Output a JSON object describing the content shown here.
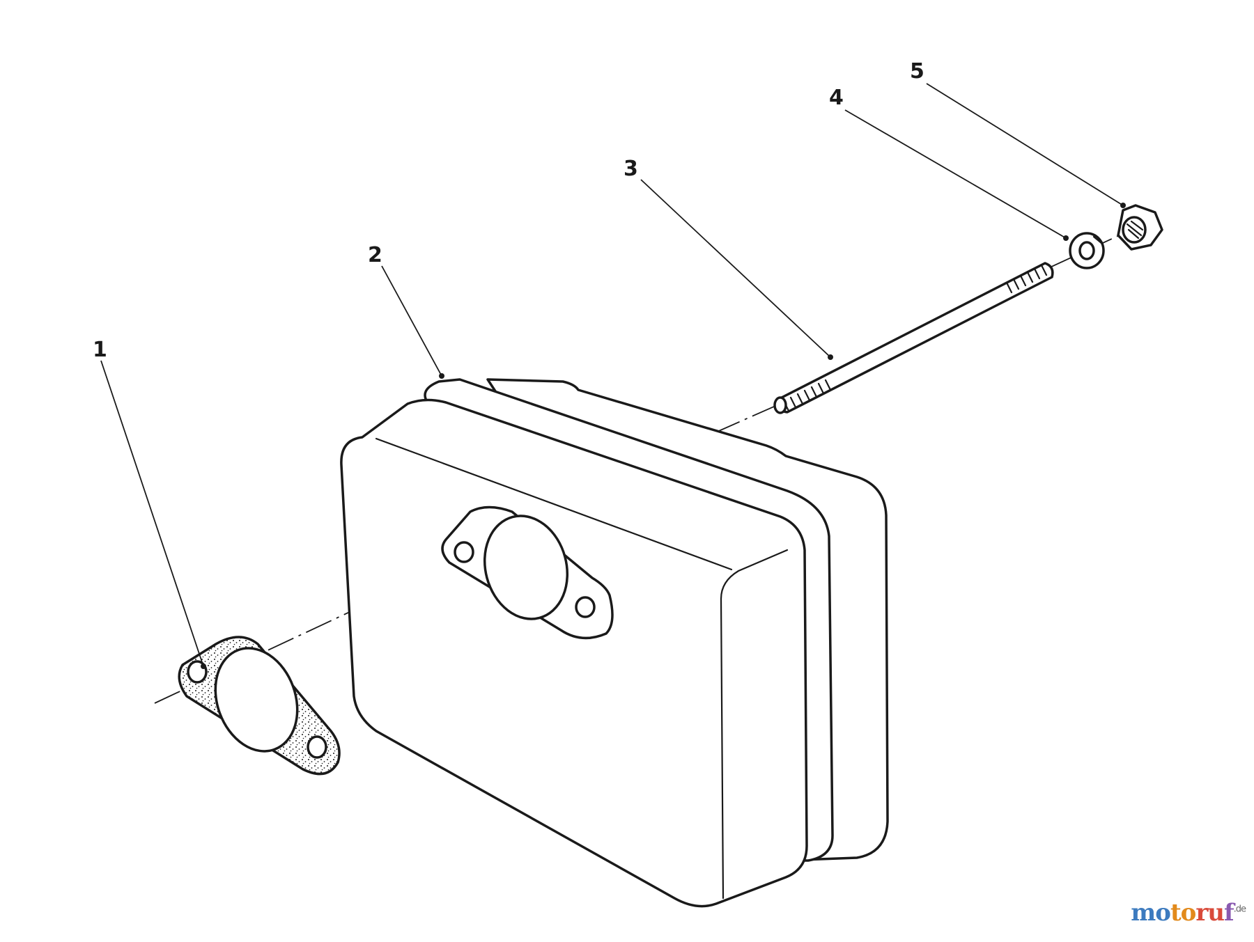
{
  "diagram": {
    "callouts": [
      {
        "number": "1",
        "part": "gasket"
      },
      {
        "number": "2",
        "part": "muffler"
      },
      {
        "number": "3",
        "part": "stud"
      },
      {
        "number": "4",
        "part": "lock-washer"
      },
      {
        "number": "5",
        "part": "nut"
      }
    ]
  },
  "watermark": {
    "text": "motoruf",
    "suffix": ".de"
  },
  "colors": {
    "line": "#1a1a1a",
    "background": "#ffffff",
    "watermark_blue": "#3d7bbf",
    "watermark_orange": "#e28a1c",
    "watermark_red": "#d94a3a",
    "watermark_purple": "#8a5ab0"
  }
}
